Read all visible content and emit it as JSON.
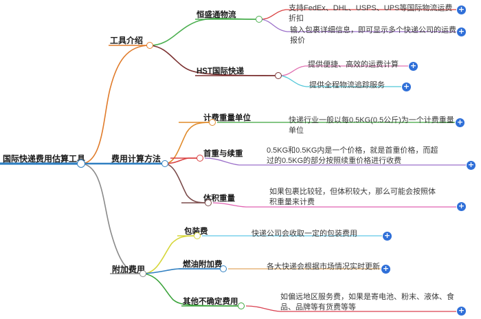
{
  "root": {
    "label": "国际快递费用估算工具",
    "color": "#2f7fc1"
  },
  "branches": [
    {
      "label": "工具介绍",
      "color": "#e07b2a",
      "children": [
        {
          "label": "恒盛通物流",
          "color": "#4caf50",
          "leaves": [
            {
              "text": "支持FedEx、DHL、USPS、UPS等国际物流运费折扣",
              "color": "#d94040",
              "expand": "+"
            },
            {
              "text": "输入包裹详细信息，即可显示多个快递公司的运费报价",
              "color": "#9b6fc9",
              "expand": "+"
            }
          ]
        },
        {
          "label": "HST国际快递",
          "color": "#7a2f2f",
          "leaves": [
            {
              "text": "提供便捷、高效的运费计算",
              "color": "#e06fb0",
              "expand": "+"
            },
            {
              "text": "提供全程物流追踪服务",
              "color": "#4fc6d8",
              "expand": "+"
            }
          ]
        }
      ]
    },
    {
      "label": "费用计算方法",
      "color": "#2f7fc1",
      "children": [
        {
          "label": "计费重量单位",
          "color": "#e08a2a",
          "leaves": [
            {
              "text": "快递行业一般以每0.5KG(0.5公斤)为一个计费重量单位",
              "color": "#3aa33a",
              "expand": "+"
            }
          ]
        },
        {
          "label": "首重与续重",
          "color": "#d94040",
          "leaves": [
            {
              "text": "0.5KG和0.5KG内是一个价格，就是首重价格，而超过的0.5KG的部分按照续重价格进行收费",
              "color": "#9b6fc9",
              "expand": "+"
            }
          ]
        },
        {
          "label": "体积重量",
          "color": "#7a4a4a",
          "leaves": [
            {
              "text": "如果包裹比较轻，但体积较大，那么可能会按照体积重量来计费",
              "color": "#e060b0",
              "expand": "+"
            }
          ]
        }
      ]
    },
    {
      "label": "附加费用",
      "color": "#8a8a8a",
      "children": [
        {
          "label": "包装费",
          "color": "#d6d63a",
          "leaves": [
            {
              "text": "快递公司会收取一定的包装费用",
              "color": "#5fc8e8",
              "expand": "+"
            }
          ]
        },
        {
          "label": "燃油附加费",
          "color": "#2f7fc1",
          "leaves": [
            {
              "text": "各大快递会根据市场情况实时更新",
              "color": "#e0a860",
              "expand": "+"
            }
          ]
        },
        {
          "label": "其他不确定费用",
          "color": "#3aa33a",
          "leaves": [
            {
              "text": "如偏远地区服务费，如果是寄电池、粉末、液体、食品、品牌等有货费等等",
              "color": "#d94050",
              "expand": "+"
            }
          ]
        }
      ]
    }
  ]
}
